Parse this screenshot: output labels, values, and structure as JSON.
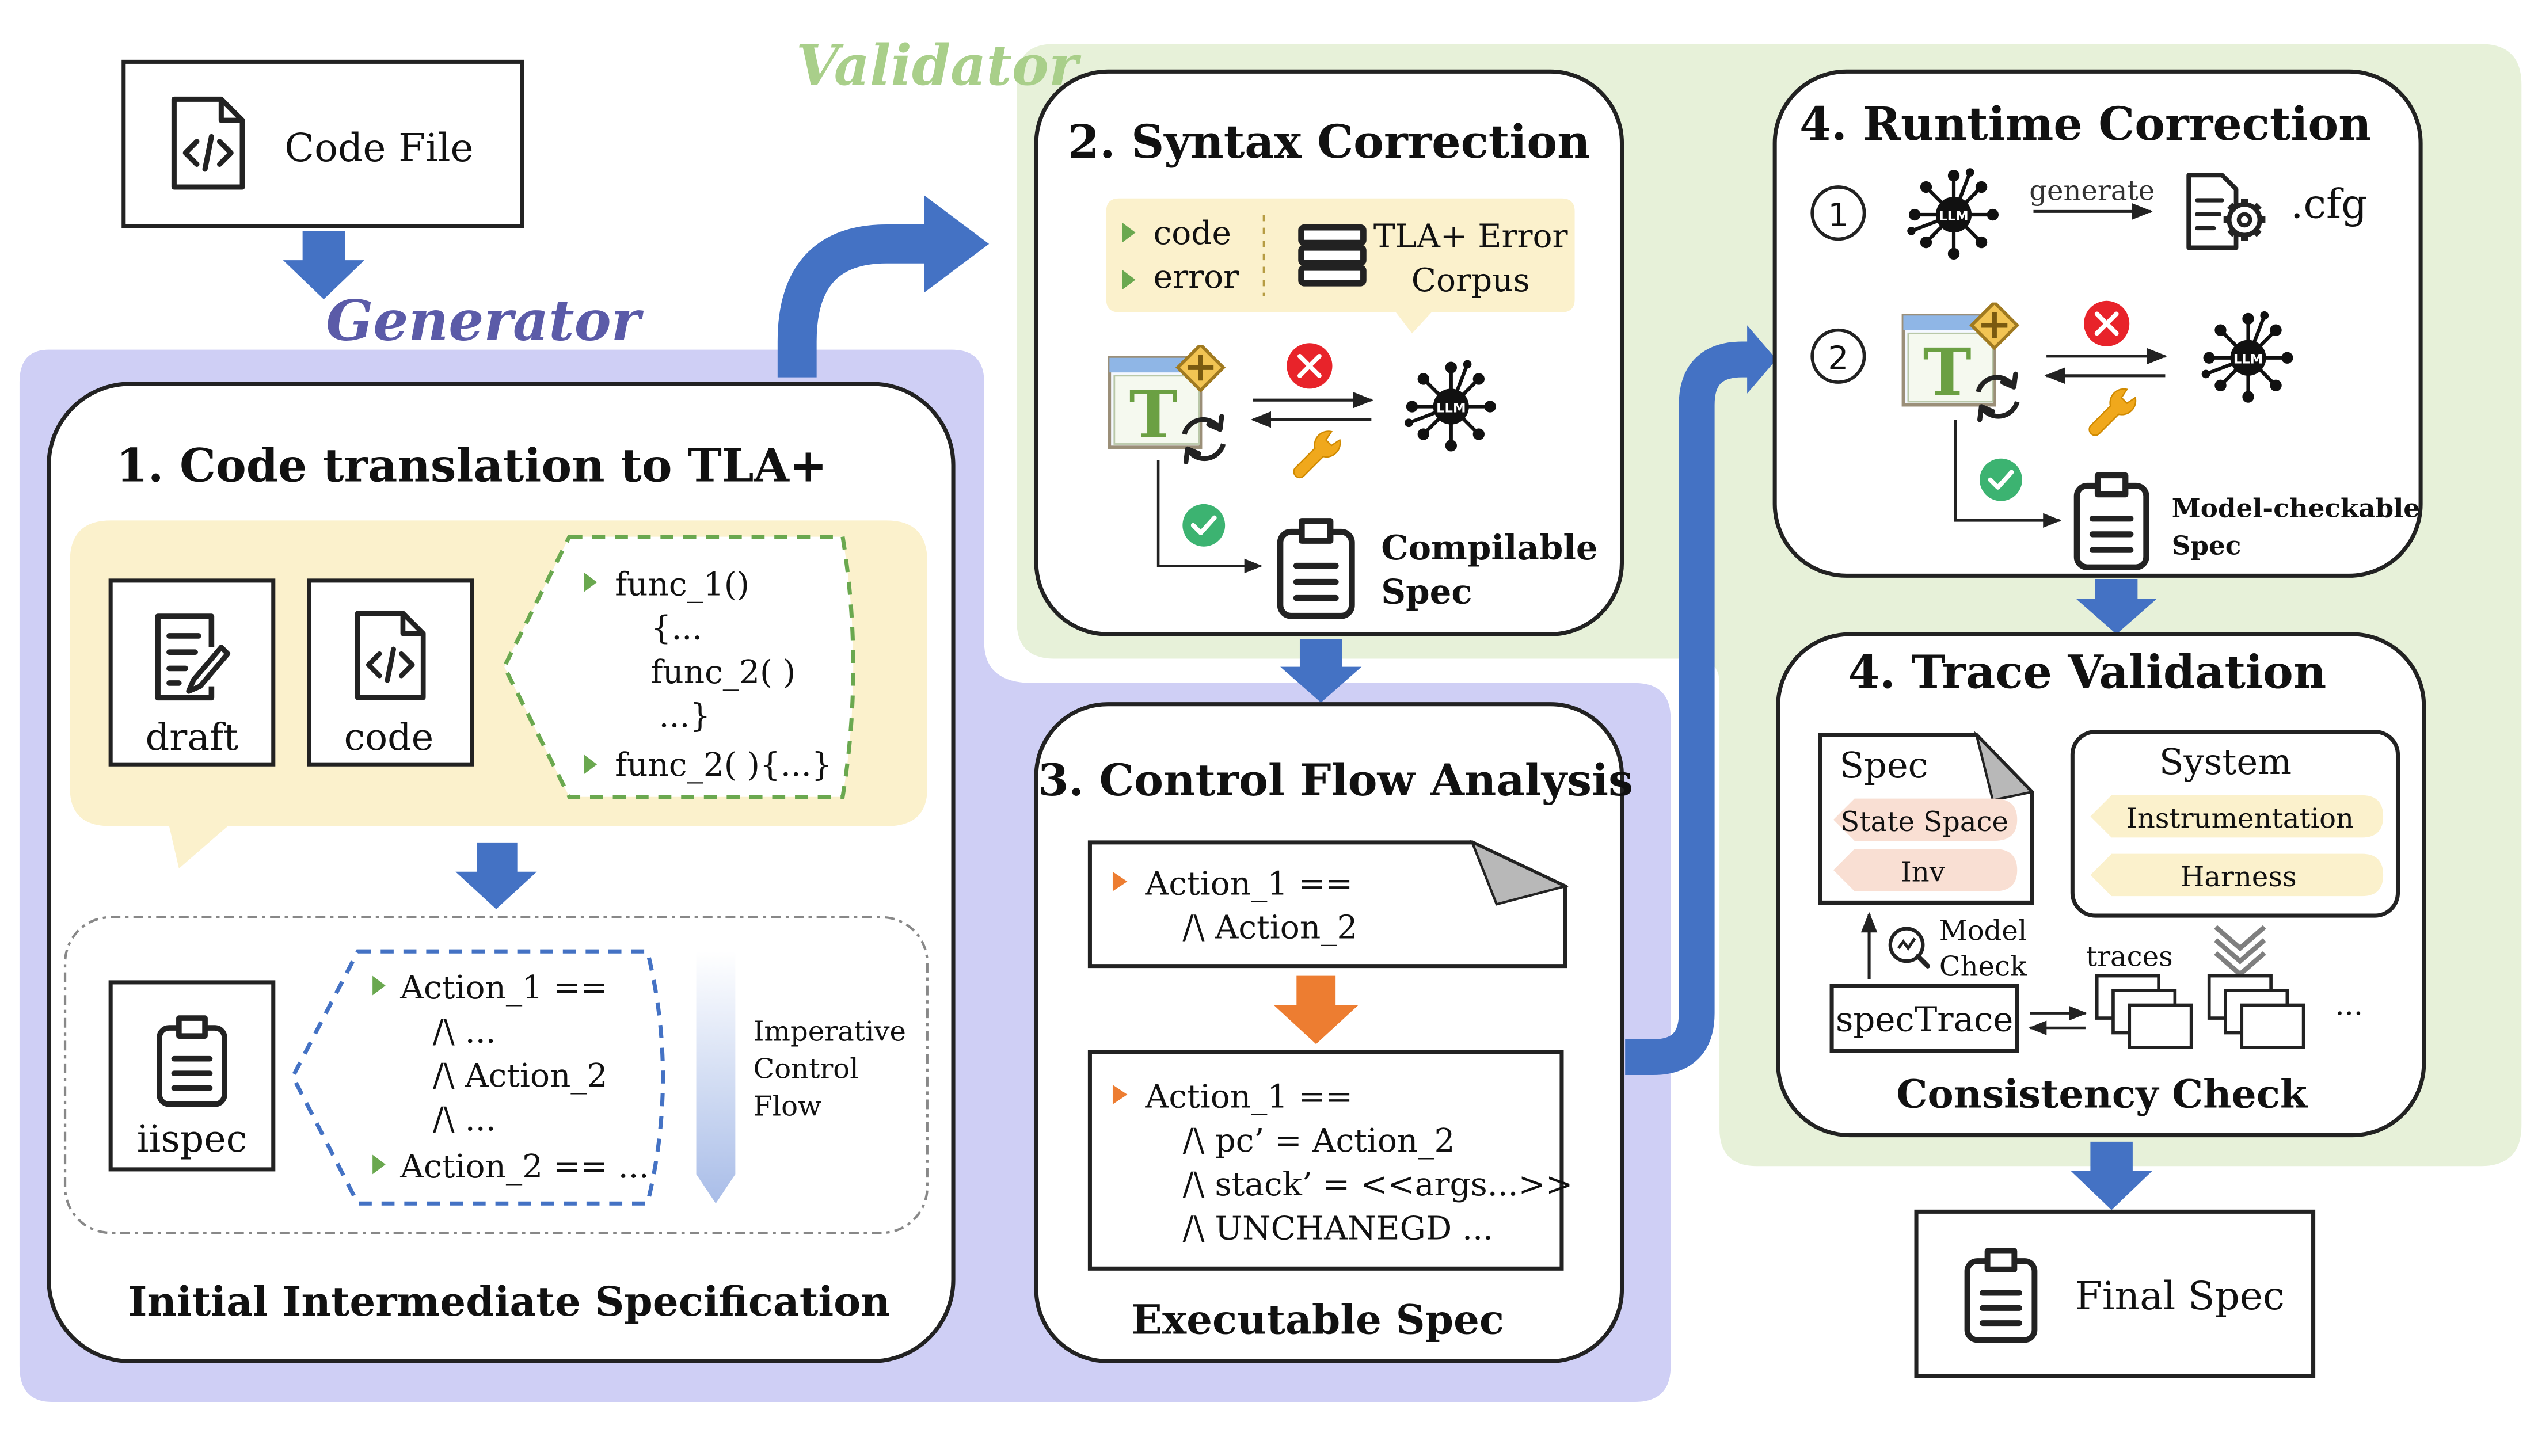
{
  "code_file": {
    "label": "Code File"
  },
  "generator": {
    "title": "Generator",
    "box_title": "1. Code translation to TLA+",
    "draft_label": "draft",
    "code_label": "code",
    "func_lines": [
      "func_1()",
      "{...",
      "func_2( )",
      "...}",
      "func_2( ){...}"
    ],
    "iispec_label": "iispec",
    "action_lines": [
      "Action_1 ==",
      "/\\ ...",
      "/\\ Action_2",
      "/\\ ...",
      "Action_2 == ..."
    ],
    "flow_lines": [
      "Imperative",
      "Control",
      "Flow"
    ],
    "footer": "Initial Intermediate Specification"
  },
  "validator": {
    "title": "Validator"
  },
  "syntax": {
    "title": "2. Syntax Correction",
    "items": [
      "code",
      "error"
    ],
    "corpus_lines": [
      "TLA+ Error",
      "Corpus"
    ],
    "output_lines": [
      "Compilable",
      "Spec"
    ]
  },
  "control_flow": {
    "title": "3. Control Flow Analysis",
    "top_lines": [
      "Action_1 ==",
      "/\\ Action_2"
    ],
    "bottom_lines": [
      "Action_1 ==",
      "/\\ pc’ = Action_2",
      "/\\ stack’ = <<args...>>",
      "/\\ UNCHANEGD ..."
    ],
    "footer": "Executable Spec"
  },
  "runtime": {
    "title": "4. Runtime Correction",
    "step1": "1",
    "step2": "2",
    "generate_label": "generate",
    "cfg_label": ".cfg",
    "output_lines": [
      "Model-checkable",
      "Spec"
    ]
  },
  "trace": {
    "title": "4. Trace Validation",
    "spec_title": "Spec",
    "spec_items": [
      "State Space",
      "Inv"
    ],
    "system_title": "System",
    "system_items": [
      "Instrumentation",
      "Harness"
    ],
    "model_check_lines": [
      "Model",
      "Check"
    ],
    "traces_label": "traces",
    "spectrace_label": "specTrace",
    "ellipsis": "...",
    "footer": "Consistency Check"
  },
  "final": {
    "label": "Final Spec"
  },
  "llm_label": "LLM",
  "tla_letter": "T",
  "colors": {
    "generator_bg": "#cfcff5",
    "validator_bg": "#e7f1d9",
    "yellow": "#fbf1cc",
    "arrow_blue": "#4472c4",
    "arrow_orange": "#ed7d31",
    "generator_text": "#5b5ba8",
    "validator_text": "#a9cf8a",
    "green_tri": "#70ad47"
  },
  "icons": [
    "code-file-icon",
    "draft-icon",
    "clipboard-icon",
    "database-icon",
    "llm-network-icon",
    "tla-toolbox-icon",
    "error-icon",
    "wrench-icon",
    "check-icon",
    "config-gear-icon",
    "refresh-icon",
    "model-check-icon",
    "triple-chevron-icon"
  ]
}
